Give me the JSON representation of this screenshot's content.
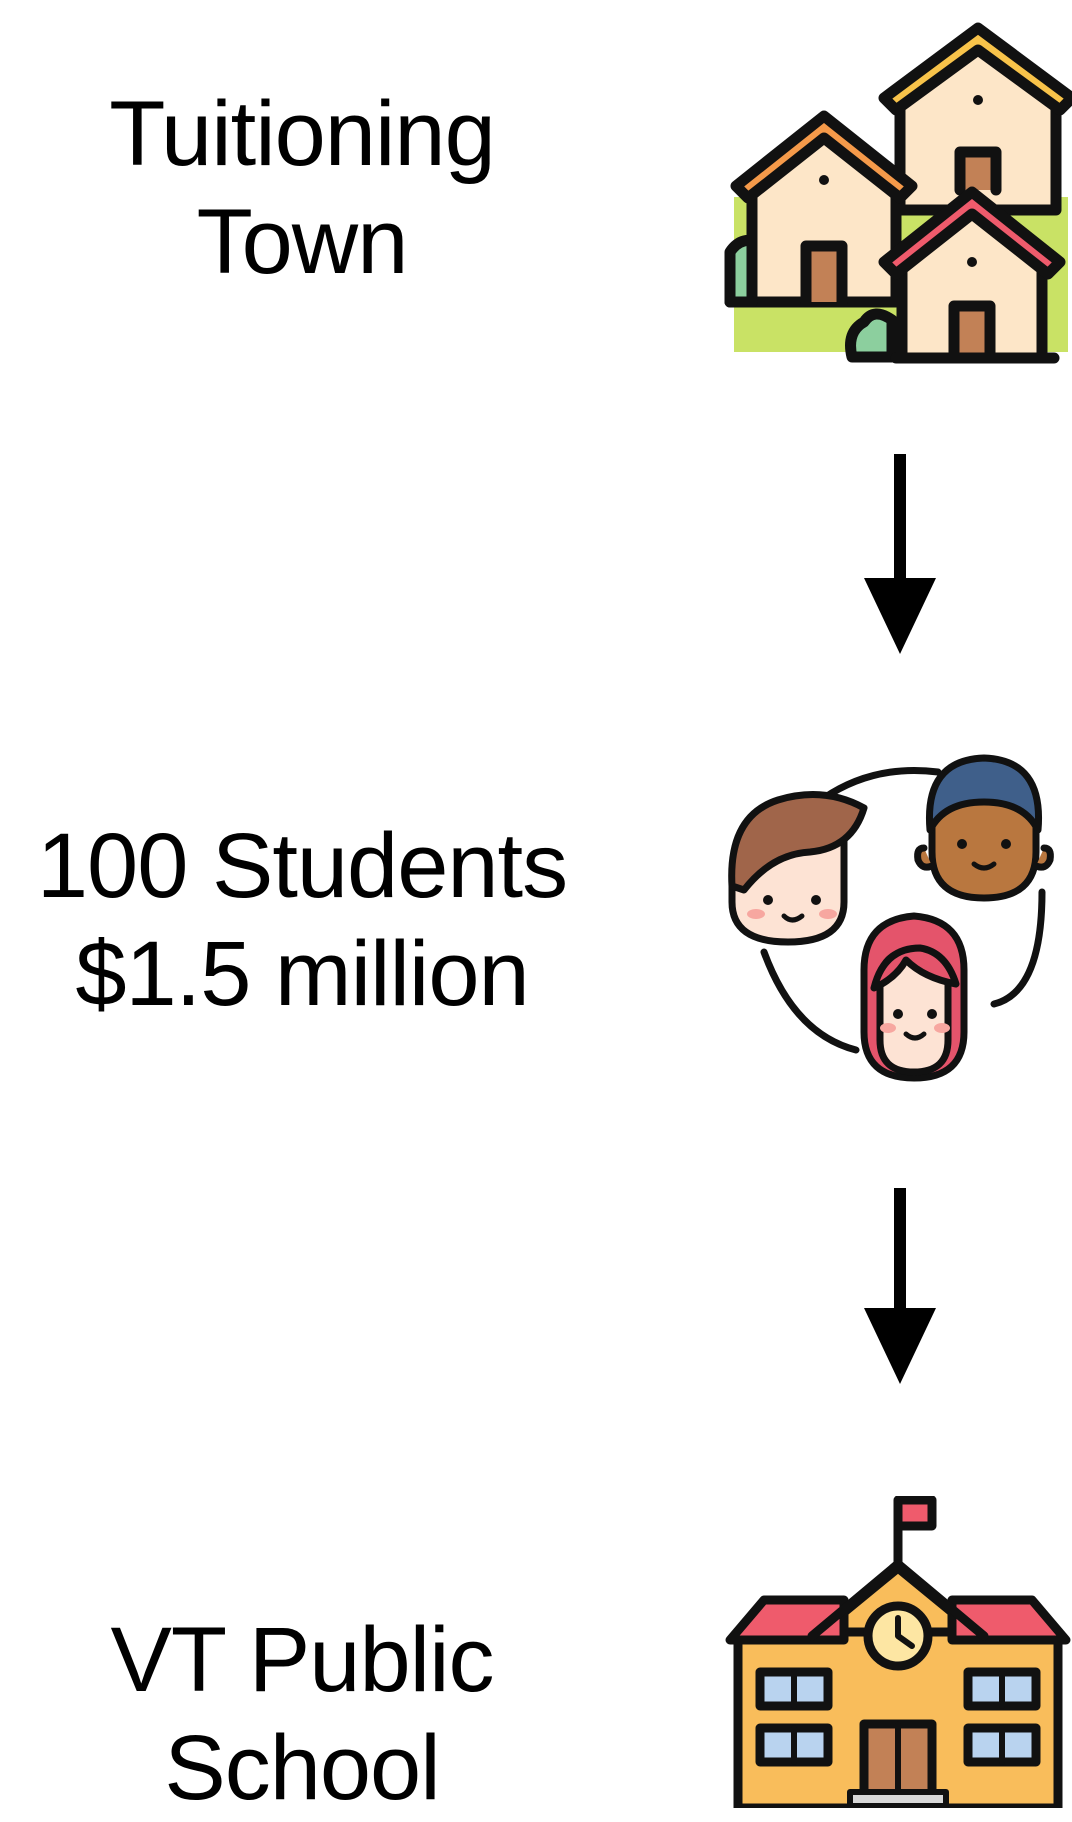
{
  "diagram": {
    "steps": [
      {
        "lines": [
          "Tuitioning",
          "Town"
        ],
        "icon": "houses-icon"
      },
      {
        "lines": [
          "100 Students",
          "$1.5 million"
        ],
        "icon": "students-icon"
      },
      {
        "lines": [
          "VT Public",
          "School"
        ],
        "icon": "school-building-icon"
      }
    ],
    "connectors": [
      "down-arrow-icon",
      "down-arrow-icon"
    ]
  },
  "colors": {
    "text": "#000000",
    "background": "#ffffff",
    "house_wall": "#fde6c8",
    "house_door": "#c28156",
    "roof_orange": "#f59a4a",
    "roof_yellow": "#f8c34a",
    "roof_red": "#ef5b6c",
    "grass": "#c9e265",
    "bush": "#8ccf9e",
    "school_wall": "#f9bd5b",
    "school_roof": "#ef5b6c",
    "window": "#b9d3ef",
    "hair_brown": "#a0654a",
    "hair_blue": "#3f5f8a",
    "skin_light": "#fde3d4",
    "skin_dark": "#b9773f",
    "hair_red": "#e4546b"
  }
}
